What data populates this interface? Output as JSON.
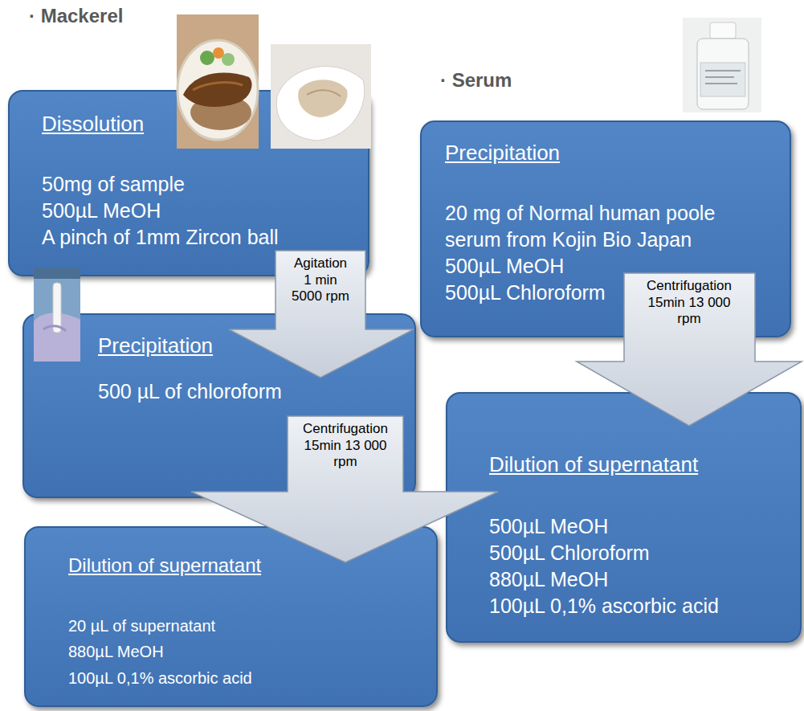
{
  "diagram": {
    "nodes": [
      {
        "text": [
          "Dissolution",
          "50mg of sample",
          "500µL MeOH",
          "A pinch of 1mm Zircon ball"
        ]
      },
      {
        "text": [
          "Precipitation",
          "500 µL of chloroform"
        ]
      },
      {
        "text": [
          "Dilution of supernatant",
          "20 µL of supernatant",
          "880µL MeOH",
          "100µL 0,1% ascorbic acid"
        ]
      },
      {
        "text": [
          "Precipitation",
          "20 mg of Normal human poole",
          "serum from Kojin Bio Japan",
          "500µL MeOH",
          "500µL Chloroform"
        ]
      },
      {
        "text": [
          "Dilution of supernatant",
          "500µL MeOH",
          "500µL Chloroform",
          "880µL MeOH",
          "100µL 0,1% ascorbic acid"
        ]
      }
    ],
    "edges": [
      {
        "from": 0,
        "to": 1,
        "arrow": "to",
        "label": "Agitation 1 min 5000 rpm"
      },
      {
        "from": 1,
        "to": 2,
        "arrow": "to",
        "label": "Centrifugation 15min 13 000 rpm"
      },
      {
        "from": 3,
        "to": 4,
        "arrow": "to",
        "label": "Centrifugation 15min 13 000 rpm"
      }
    ],
    "labels": [
      "· Mackerel",
      "· Serum"
    ]
  }
}
